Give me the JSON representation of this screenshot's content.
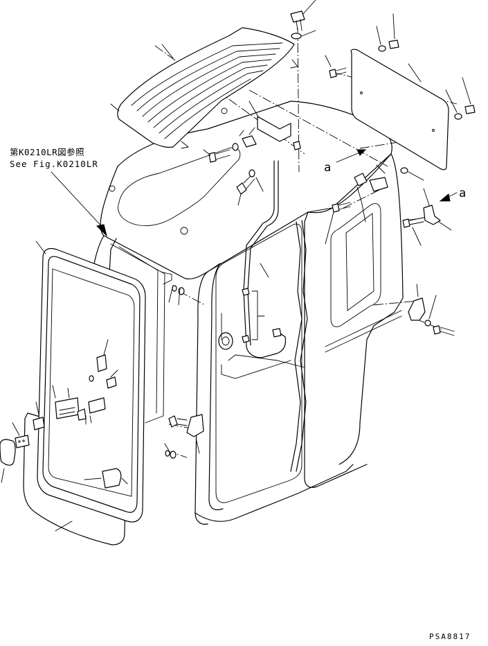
{
  "reference_note": {
    "japanese": "第K0210LR図参照",
    "english": "See Fig.K0210LR"
  },
  "view_markers": {
    "marker_a_left": "a",
    "marker_a_right": "a"
  },
  "drawing_number": "PSA8817",
  "icons": [
    "leader-arrow-icon"
  ]
}
